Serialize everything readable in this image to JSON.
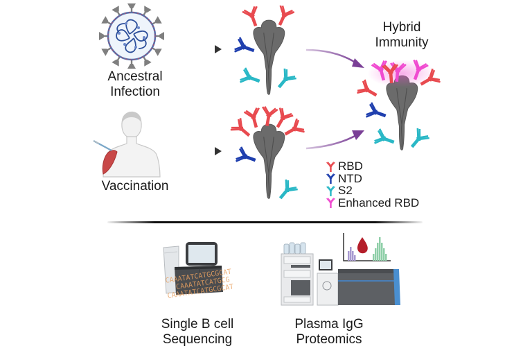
{
  "sources": {
    "infection_label_line1": "Ancestral",
    "infection_label_line2": "Infection",
    "vaccination_label": "Vaccination"
  },
  "outcome": {
    "title_line1": "Hybrid",
    "title_line2": "Immunity"
  },
  "legend": {
    "items": [
      {
        "label": "RBD",
        "color": "#e84a4f"
      },
      {
        "label": "NTD",
        "color": "#1f3fae"
      },
      {
        "label": "S2",
        "color": "#2ab8c6"
      },
      {
        "label": "Enhanced RBD",
        "color": "#f04bd0"
      }
    ]
  },
  "methods": {
    "sequencing_line1": "Single B cell",
    "sequencing_line2": "Sequencing",
    "proteomics_line1": "Plasma IgG",
    "proteomics_line2": "Proteomics",
    "dna_strings": [
      "CAAATATCATGCGCAT",
      "CAAATATCATGCG",
      "CAAATATCATGCGCAT"
    ]
  },
  "colors": {
    "rbd": "#e84a4f",
    "ntd": "#1f3fae",
    "s2": "#2ab8c6",
    "enhanced": "#f04bd0",
    "spike": "#6e6e6e",
    "arrow_black": "#333333",
    "arrow_purple": "#7a3f96"
  }
}
